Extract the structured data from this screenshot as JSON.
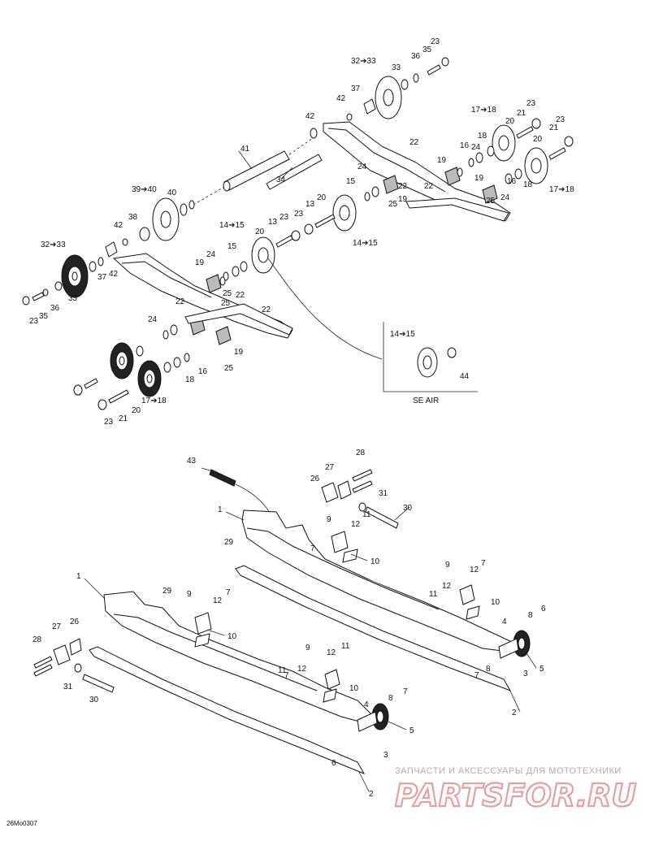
{
  "figure_id": "26Mo0307",
  "inset_title": "SE AIR",
  "watermark": {
    "line1": "ЗАПЧАСТИ И АКСЕССУАРЫ ДЛЯ МОТОТЕХНИКИ",
    "logo": "PARTSFOR.RU"
  },
  "callouts": {
    "c_23_tr": "23",
    "c_35_tr": "35",
    "c_36_tr": "36",
    "c_3233_tr": "32➔33",
    "c_33_tr": "33",
    "c_37_tr": "37",
    "c_42_tr": "42",
    "c_42_tr2": "42",
    "c_1718_tr": "17➔18",
    "c_20_tr": "20",
    "c_21_tr": "21",
    "c_23_tr2": "23",
    "c_21_tr2": "21",
    "c_23_tr3": "23",
    "c_20_tr2": "20",
    "c_1718_tr2": "17➔18",
    "c_18_tr": "18",
    "c_24_tr": "24",
    "c_16_tr": "16",
    "c_19_tr": "19",
    "c_22_tr": "22",
    "c_16_tr2": "16",
    "c_18_tr2": "18",
    "c_24_tr2": "24",
    "c_25_tr": "25",
    "c_19_tr2": "19",
    "c_22_tr2": "22",
    "c_41": "41",
    "c_34": "34",
    "c_3940": "39➔40",
    "c_40": "40",
    "c_38": "38",
    "c_42_l": "42",
    "c_3233_l": "32➔33",
    "c_37_l": "37",
    "c_42_l2": "42",
    "c_33_l": "33",
    "c_36_l": "36",
    "c_35_l": "35",
    "c_23_l": "23",
    "c_1415_a": "14➔15",
    "c_20_m": "20",
    "c_13_m": "13",
    "c_23_m": "23",
    "c_23_m2": "23",
    "c_13_m2": "13",
    "c_20_m2": "20",
    "c_15_m": "15",
    "c_24_m": "24",
    "c_15_m2": "15",
    "c_19_m": "19",
    "c_25_m": "25",
    "c_22_m": "22",
    "c_25_m2": "25",
    "c_22_m2": "22",
    "c_1415_b": "14➔15",
    "c_19_m2": "19",
    "c_24_m2": "24",
    "c_25_m3": "25",
    "c_22_m3": "22",
    "c_22_m4": "22",
    "c_24_b": "24",
    "c_19_b": "19",
    "c_25_b": "25",
    "c_16_b": "16",
    "c_18_b": "18",
    "c_1718_b": "17➔18",
    "c_20_b": "20",
    "c_21_b": "21",
    "c_23_b": "23",
    "c_1415_in": "14➔15",
    "c_44_in": "44",
    "r_43": "43",
    "r_28": "28",
    "r_27": "27",
    "r_26": "26",
    "r_31": "31",
    "r_30": "30",
    "r_1": "1",
    "r_9": "9",
    "r_11": "11",
    "r_12": "12",
    "r_29": "29",
    "r_7": "7",
    "r_10": "10",
    "r_9b": "9",
    "r_12b": "12",
    "r_7b": "7",
    "r_12c": "12",
    "r_11b": "11",
    "r_10b": "10",
    "r_8": "8",
    "r_6": "6",
    "r_4": "4",
    "r_3": "3",
    "r_5": "5",
    "r_7c": "7",
    "r_8b": "8",
    "r_2": "2",
    "l_1": "1",
    "l_29": "29",
    "l_9": "9",
    "l_12": "12",
    "l_7": "7",
    "l_10": "10",
    "l_28": "28",
    "l_27": "27",
    "l_26": "26",
    "l_31": "31",
    "l_30": "30",
    "l_9b": "9",
    "l_12b": "12",
    "l_11": "11",
    "l_7b": "7",
    "l_12c": "12",
    "l_10b": "10",
    "l_4": "4",
    "l_8": "8",
    "l_7c": "7",
    "l_5": "5",
    "l_3": "3",
    "l_6": "6",
    "l_2": "2",
    "l_11b": "11"
  }
}
